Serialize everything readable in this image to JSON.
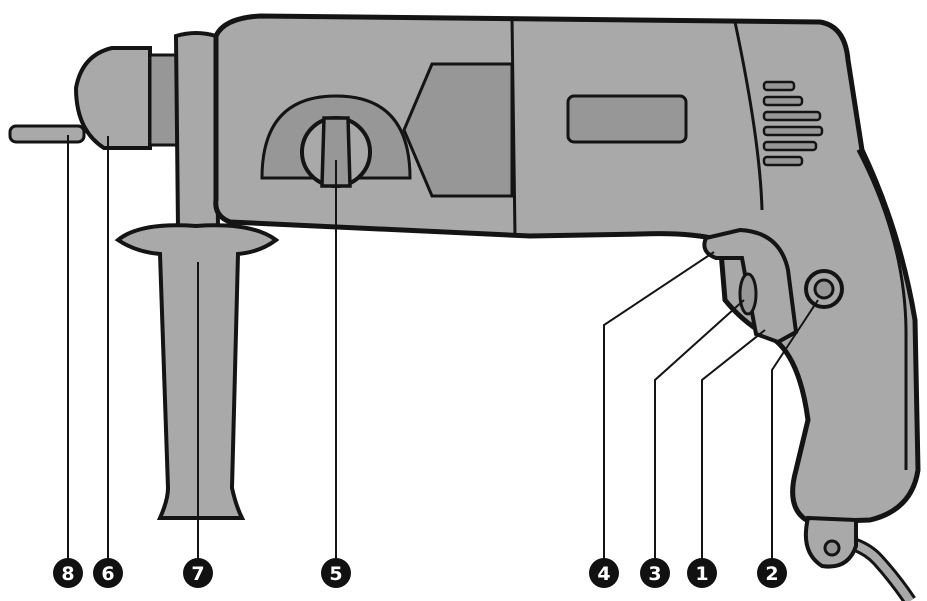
{
  "diagram": {
    "subject": "rotary-hammer-drill",
    "colors": {
      "body": "#a9a9a9",
      "body_dark": "#979797",
      "outline": "#141414",
      "callout_fill": "#111111",
      "callout_text": "#ffffff",
      "background": "#ffffff"
    },
    "callouts": [
      {
        "id": "trigger-switch",
        "number": "1"
      },
      {
        "id": "mode-button",
        "number": "2"
      },
      {
        "id": "speed-lock-button",
        "number": "3"
      },
      {
        "id": "reverse-lever",
        "number": "4"
      },
      {
        "id": "function-selector-knob",
        "number": "5"
      },
      {
        "id": "chuck",
        "number": "6"
      },
      {
        "id": "auxiliary-handle",
        "number": "7"
      },
      {
        "id": "drill-bit",
        "number": "8"
      }
    ]
  }
}
